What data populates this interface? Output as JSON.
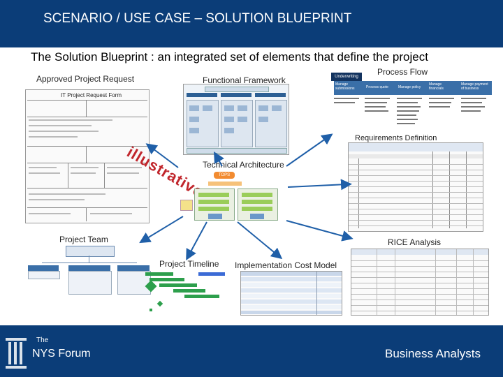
{
  "header": {
    "title": "SCENARIO / USE CASE – SOLUTION BLUEPRINT"
  },
  "subtitle": "The Solution Blueprint : an integrated set of elements that define the project",
  "labels": {
    "approved_project_request": "Approved Project Request",
    "functional_framework": "Functional Framework",
    "process_flow": "Process Flow",
    "requirements_definition": "Requirements Definition",
    "technical_architecture": "Technical Architecture",
    "project_team": "Project Team",
    "rice_analysis": "RICE  Analysis",
    "project_timeline": "Project Timeline",
    "implementation_cost_model": "Implementation Cost Model"
  },
  "stamp": "illustrative",
  "thumbnails": {
    "project_request": {
      "title": "IT Project Request Form"
    },
    "process_flow": {
      "start": "Underwriting",
      "steps": [
        "Manage submissions",
        "Process quote",
        "Manage policy",
        "Manage financials",
        "Manage payment of business"
      ]
    },
    "tech_arch": {
      "node": "TOPS"
    }
  },
  "logo": {
    "small_text": "The",
    "name": "NYS Forum"
  },
  "footer": {
    "audience": "Business Analysts"
  },
  "colors": {
    "bar": "#0b3d78",
    "stamp": "#c1272d",
    "arrow": "#1f5fa8"
  }
}
